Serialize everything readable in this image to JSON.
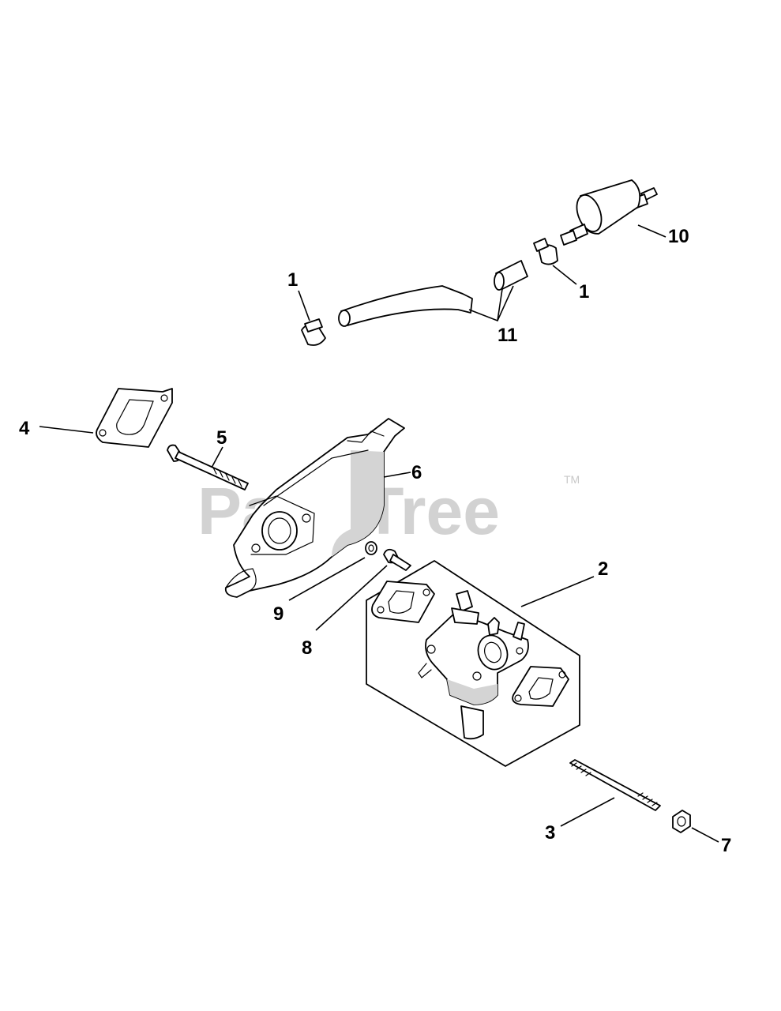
{
  "diagram": {
    "watermark": "PartsTree",
    "watermark_mark": "TM",
    "callouts": [
      {
        "id": "c1a",
        "label": "1"
      },
      {
        "id": "c1b",
        "label": "1"
      },
      {
        "id": "c2",
        "label": "2"
      },
      {
        "id": "c3",
        "label": "3"
      },
      {
        "id": "c4",
        "label": "4"
      },
      {
        "id": "c5",
        "label": "5"
      },
      {
        "id": "c6",
        "label": "6"
      },
      {
        "id": "c7",
        "label": "7"
      },
      {
        "id": "c8",
        "label": "8"
      },
      {
        "id": "c9",
        "label": "9"
      },
      {
        "id": "c10",
        "label": "10"
      },
      {
        "id": "c11",
        "label": "11"
      }
    ]
  },
  "colors": {
    "line": "#000000",
    "background": "#ffffff",
    "watermark": "#d2d2d2"
  }
}
